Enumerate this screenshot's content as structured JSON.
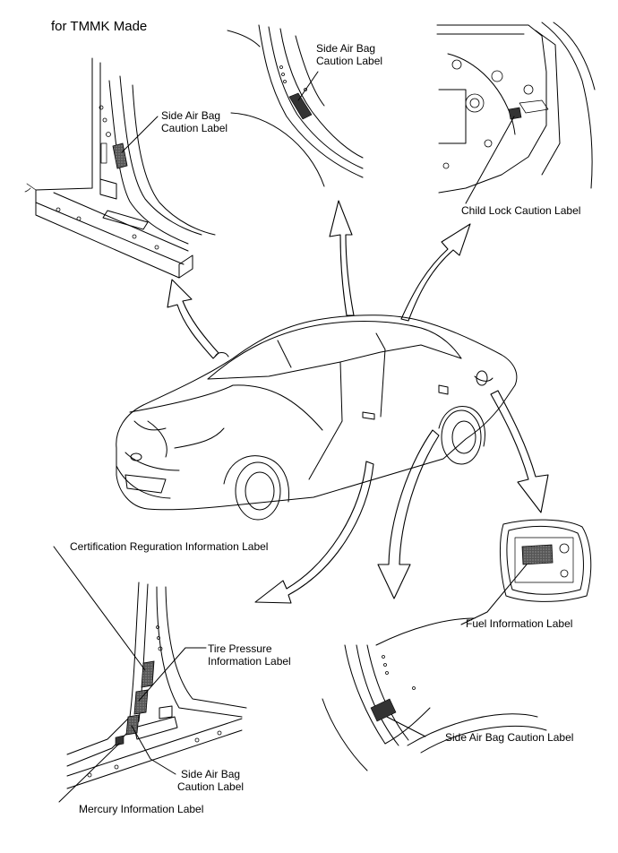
{
  "title": "for TMMK Made",
  "labels": {
    "side_air_bag_upper_left_l1": "Side Air Bag",
    "side_air_bag_upper_left_l2": "Caution Label",
    "side_air_bag_upper_center_l1": "Side Air Bag",
    "side_air_bag_upper_center_l2": "Caution Label",
    "child_lock": "Child Lock Caution Label",
    "certification": "Certification Reguration Information Label",
    "tire_pressure_l1": "Tire Pressure",
    "tire_pressure_l2": "Information Label",
    "side_air_bag_lower_left_l1": "Side Air Bag",
    "side_air_bag_lower_left_l2": "Caution Label",
    "mercury": "Mercury Information Label",
    "fuel": "Fuel Information Label",
    "side_air_bag_lower_right": "Side Air Bag Caution Label"
  }
}
